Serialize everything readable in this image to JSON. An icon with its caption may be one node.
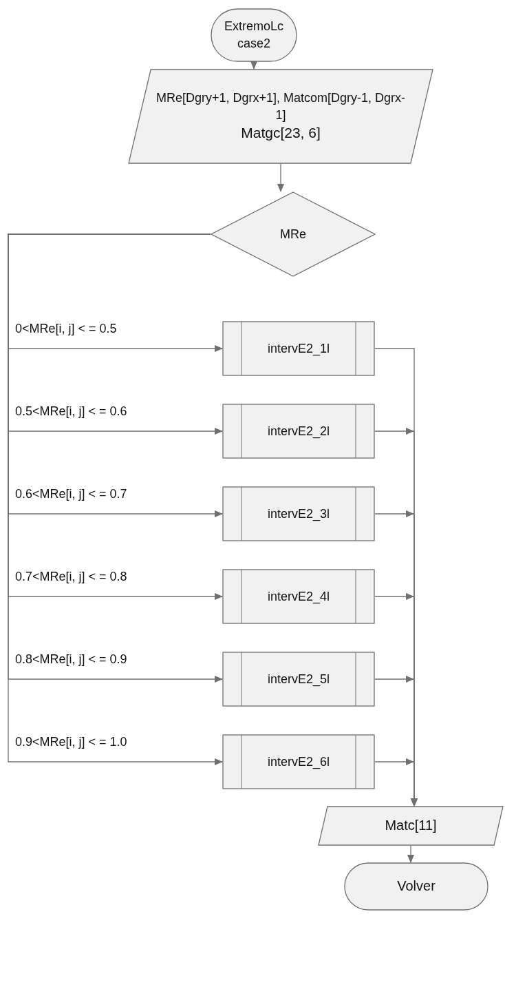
{
  "diagram": {
    "nodes": [
      {
        "text": [
          "ExtremoLc case2"
        ]
      },
      {
        "text": [
          "MRe[Dgry+1, Dgrx+1], Matcom[Dgry-1, Dgrx-1]",
          "Matgc[23, 6]"
        ]
      },
      {
        "text": [
          "MRe"
        ]
      },
      {
        "text": [
          "intervE2_1l"
        ]
      },
      {
        "text": [
          "intervE2_2l"
        ]
      },
      {
        "text": [
          "intervE2_3l"
        ]
      },
      {
        "text": [
          "intervE2_4l"
        ]
      },
      {
        "text": [
          "intervE2_5l"
        ]
      },
      {
        "text": [
          "intervE2_6l"
        ]
      },
      {
        "text": [
          "Matc[11]"
        ]
      },
      {
        "text": [
          "Volver"
        ]
      }
    ],
    "edges": [
      {
        "from": 0,
        "to": 1,
        "arrow": "to"
      },
      {
        "from": 1,
        "to": 2,
        "arrow": "to"
      },
      {
        "from": 2,
        "to": 3,
        "arrow": "to",
        "label": "0<MRe[i, j] < = 0.5"
      },
      {
        "from": 2,
        "to": 4,
        "arrow": "to",
        "label": "0.5<MRe[i, j] < = 0.6"
      },
      {
        "from": 2,
        "to": 5,
        "arrow": "to",
        "label": "0.6<MRe[i, j] < = 0.7"
      },
      {
        "from": 2,
        "to": 6,
        "arrow": "to",
        "label": "0.7<MRe[i, j] < = 0.8"
      },
      {
        "from": 2,
        "to": 7,
        "arrow": "to",
        "label": "0.8<MRe[i, j] < = 0.9"
      },
      {
        "from": 2,
        "to": 8,
        "arrow": "to",
        "label": "0.9<MRe[i, j] < = 1.0"
      },
      {
        "from": 3,
        "to": 9,
        "arrow": "to"
      },
      {
        "from": 4,
        "to": 9,
        "arrow": "to"
      },
      {
        "from": 5,
        "to": 9,
        "arrow": "to"
      },
      {
        "from": 6,
        "to": 9,
        "arrow": "to"
      },
      {
        "from": 7,
        "to": 9,
        "arrow": "to"
      },
      {
        "from": 8,
        "to": 9,
        "arrow": "to"
      },
      {
        "from": 9,
        "to": 10,
        "arrow": "to"
      }
    ]
  }
}
